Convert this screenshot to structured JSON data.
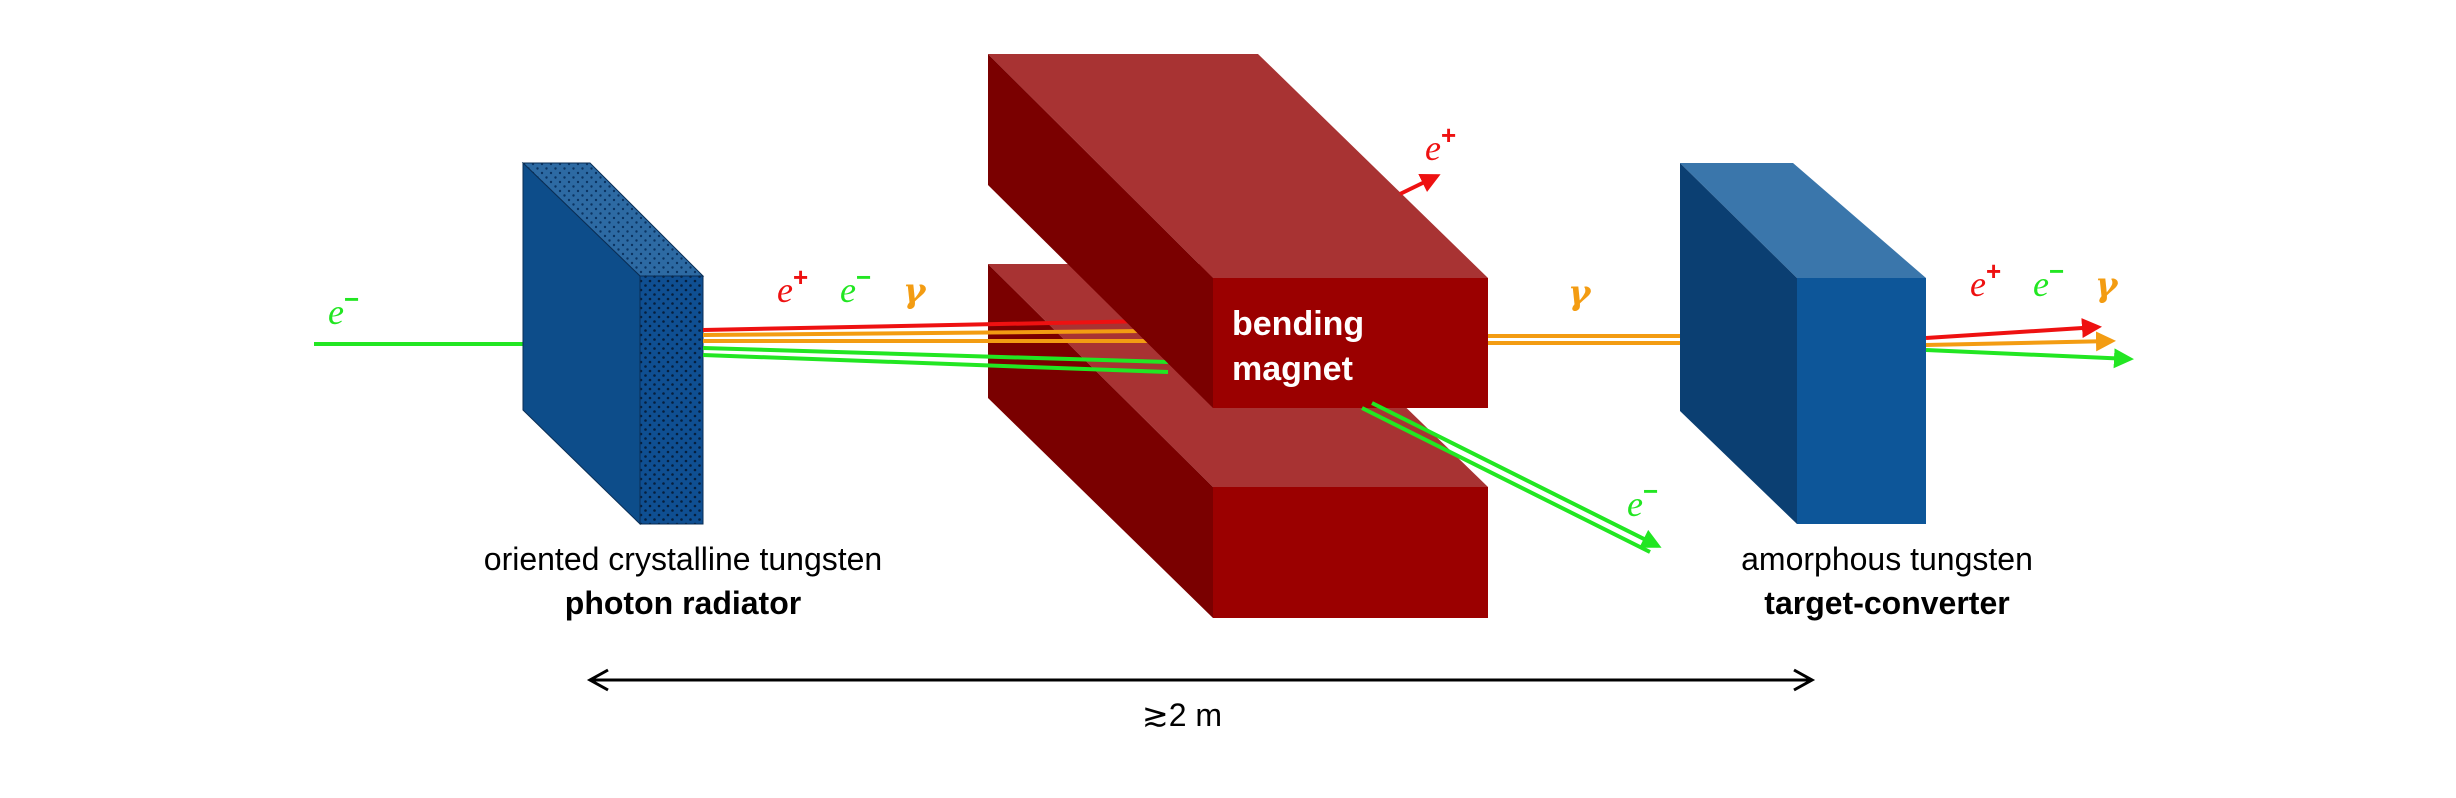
{
  "labels": {
    "radiator_line1": "oriented crystalline tungsten",
    "radiator_line2": "photon radiator",
    "magnet_line1": "bending",
    "magnet_line2": "magnet",
    "converter_line1": "amorphous tungsten",
    "converter_line2": "target-converter",
    "distance": "≳2 m"
  },
  "particles": {
    "electron_base": "e",
    "electron_sup": "−",
    "positron_base": "e",
    "positron_sup": "+",
    "gamma": "γ"
  },
  "colors": {
    "electron": "#22e622",
    "positron": "#ee1111",
    "photon": "#f39c12",
    "radiator_face": "#0d4d8a",
    "radiator_side": "#0f4f92",
    "converter_front": "#0d5699",
    "converter_side": "#0b3f72",
    "converter_top": "#3a76ab",
    "magnet_top": "#a83333",
    "magnet_front": "#9b0000",
    "magnet_side": "#7a0000"
  }
}
